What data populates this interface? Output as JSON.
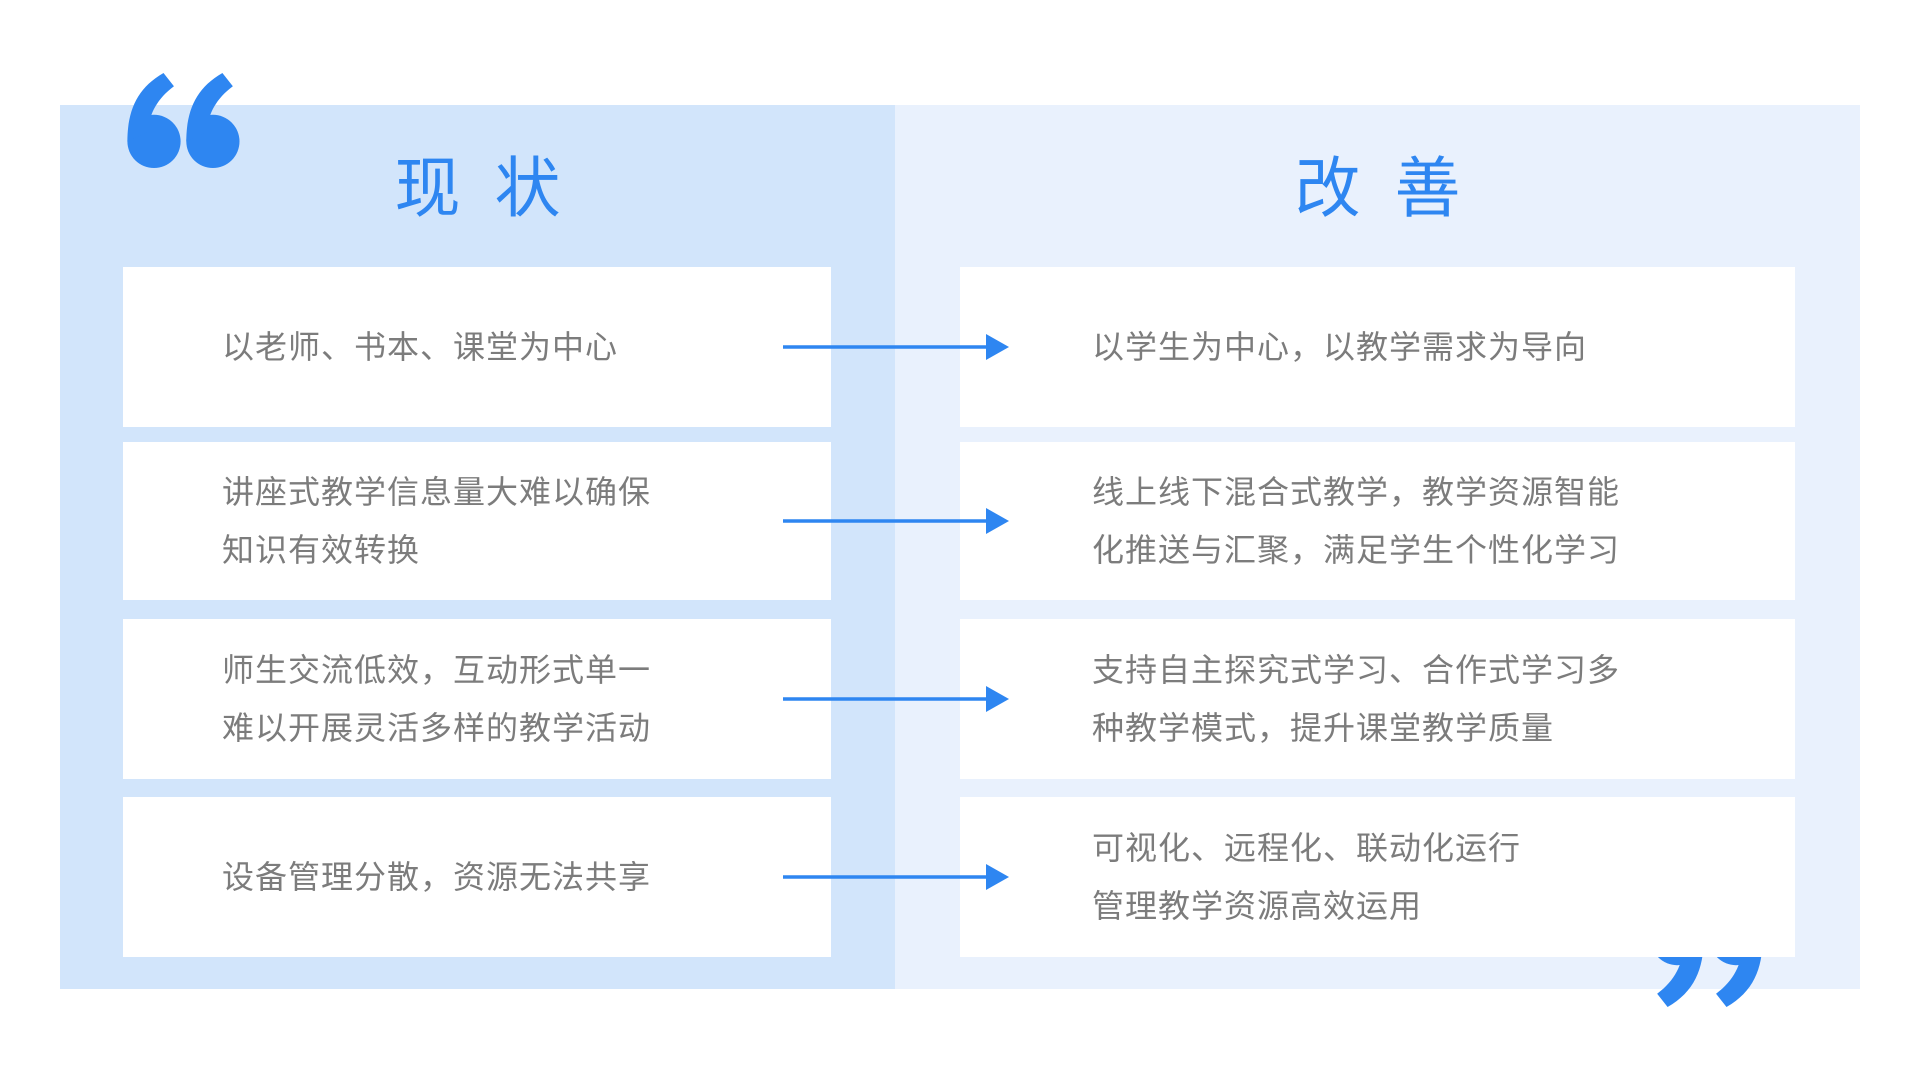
{
  "page": {
    "background": "#ffffff",
    "accent_blue": "#2e86f1",
    "panel_left_bg": "#d2e5fb",
    "panel_right_bg": "#e9f1fd",
    "card_bg": "#ffffff",
    "body_text_color": "#7c7c7c"
  },
  "left_column": {
    "title": "现状",
    "cards": [
      {
        "lines": [
          "以老师、书本、课堂为中心"
        ]
      },
      {
        "lines": [
          "讲座式教学信息量大难以确保",
          "知识有效转换"
        ]
      },
      {
        "lines": [
          "师生交流低效，互动形式单一",
          "难以开展灵活多样的教学活动"
        ]
      },
      {
        "lines": [
          "设备管理分散，资源无法共享"
        ]
      }
    ]
  },
  "right_column": {
    "title": "改善",
    "cards": [
      {
        "lines": [
          "以学生为中心，以教学需求为导向"
        ]
      },
      {
        "lines": [
          "线上线下混合式教学，教学资源智能",
          "化推送与汇聚，满足学生个性化学习"
        ]
      },
      {
        "lines": [
          "支持自主探究式学习、合作式学习多",
          "种教学模式，提升课堂教学质量"
        ]
      },
      {
        "lines": [
          "可视化、远程化、联动化运行",
          "管理教学资源高效运用"
        ]
      }
    ]
  },
  "decorations": {
    "open_quote_icon": "opening-double-quote",
    "close_quote_icon": "closing-double-quote",
    "arrows": 4
  }
}
